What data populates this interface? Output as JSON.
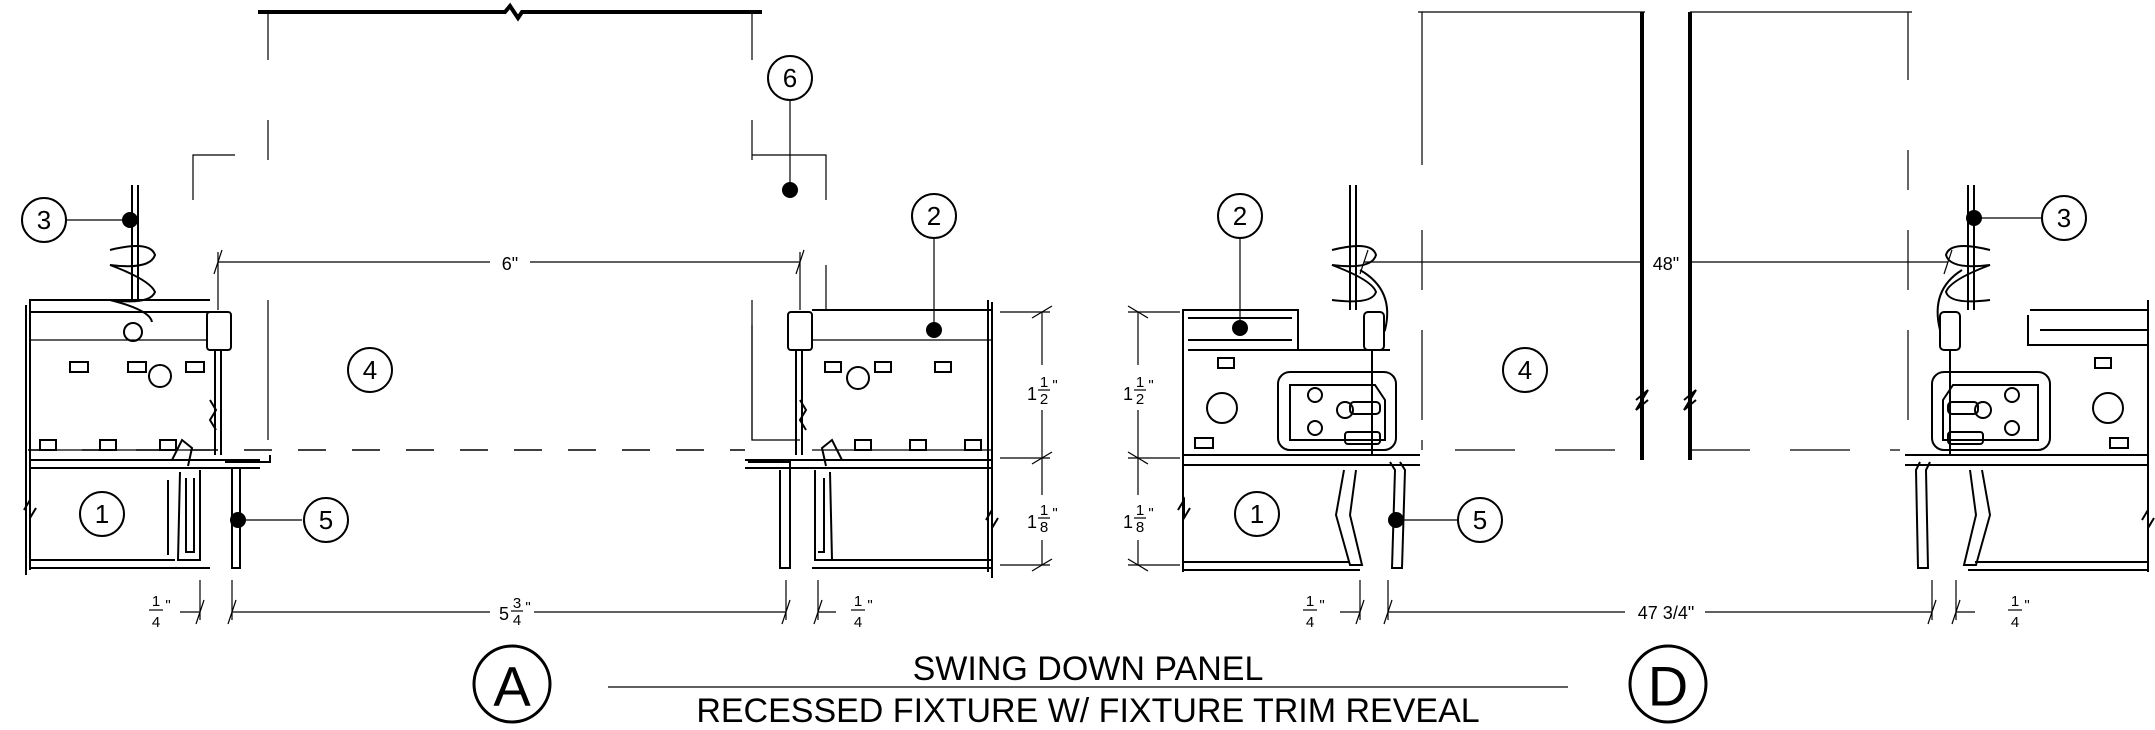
{
  "title": {
    "line1": "SWING DOWN PANEL",
    "line2": "RECESSED FIXTURE W/ FIXTURE TRIM REVEAL"
  },
  "detail_labels": {
    "left": "A",
    "right": "D"
  },
  "callouts": {
    "a1": "1",
    "a2": "2",
    "a3": "3",
    "a4": "4",
    "a5": "5",
    "a6": "6",
    "d1": "1",
    "d2": "2",
    "d3": "3",
    "d4": "4",
    "d5": "5"
  },
  "dimensions": {
    "a_width": "6\"",
    "d_width": "48\"",
    "a_bottom": "5",
    "a_bottom_frac_num": "3",
    "a_bottom_frac_den": "4",
    "d_bottom": "47 3/4\"",
    "quarter_num": "1",
    "quarter_den": "4",
    "h1_whole": "1",
    "h1_num": "1",
    "h1_den": "2",
    "h2_whole": "1",
    "h2_num": "1",
    "h2_den": "8",
    "inch_mark": "\""
  }
}
